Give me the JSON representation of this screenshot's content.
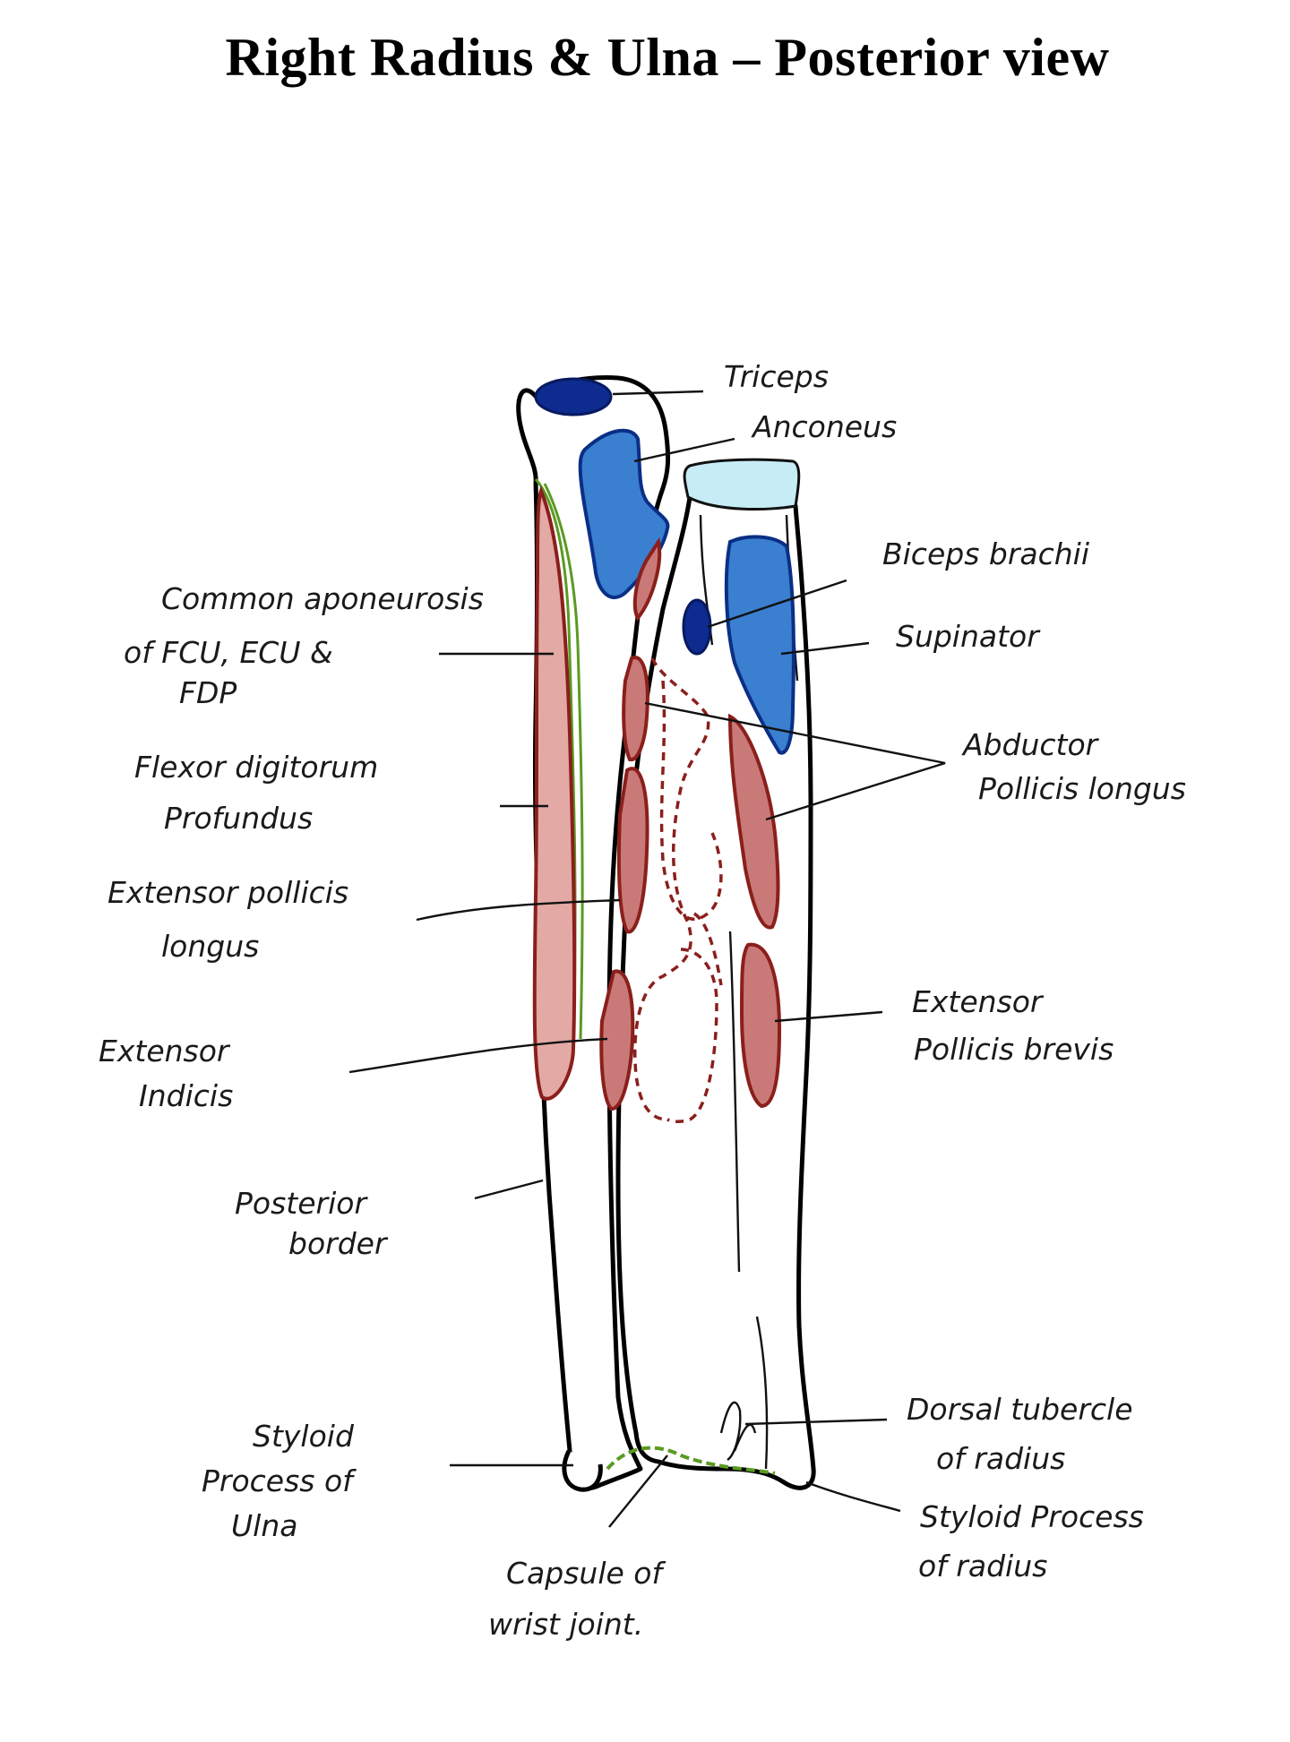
{
  "title": "Right Radius & Ulna – Posterior view",
  "colors": {
    "muscle_red": "#c97a78",
    "muscle_blue": "#3a7fd0",
    "triceps_navy": "#0e2b8f",
    "ligament_cyan": "#c6ecf5",
    "aponeurosis_green": "#5a9a22"
  },
  "labels": {
    "triceps": "Triceps",
    "anconeus": "Anconeus",
    "biceps": "Biceps brachii",
    "supinator": "Supinator",
    "apl_1": "Abductor",
    "apl_2": "Pollicis longus",
    "common_1": "Common aponeurosis",
    "common_2": "of FCU, ECU &",
    "common_3": "FDP",
    "fdp_1": "Flexor digitorum",
    "fdp_2": "Profundus",
    "epl_1": "Extensor pollicis",
    "epl_2": "longus",
    "epb_1": "Extensor",
    "epb_2": "Pollicis brevis",
    "ei_1": "Extensor",
    "ei_2": "Indicis",
    "pb_1": "Posterior",
    "pb_2": "border",
    "dt_1": "Dorsal tubercle",
    "dt_2": "of radius",
    "spu_1": "Styloid",
    "spu_2": "Process of",
    "spu_3": "Ulna",
    "spr_1": "Styloid Process",
    "spr_2": "of radius",
    "cap_1": "Capsule of",
    "cap_2": "wrist joint."
  }
}
